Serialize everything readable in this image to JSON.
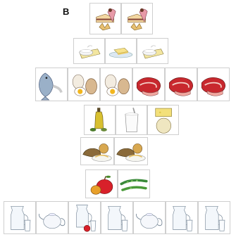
{
  "figure": {
    "label": "B"
  },
  "tiers": [
    {
      "name": "sweets",
      "items": [
        "cake-and-ice-cream",
        "cake-and-ice-cream"
      ]
    },
    {
      "name": "dairy",
      "items": [
        "yogurt-and-cheese",
        "butter",
        "yogurt-and-cheese"
      ]
    },
    {
      "name": "protein",
      "items": [
        "fish",
        "eggs",
        "eggs",
        "meat",
        "meat",
        "meat"
      ]
    },
    {
      "name": "fats-and-dairy",
      "items": [
        "olive-oil",
        "milk-glass",
        "cheese"
      ]
    },
    {
      "name": "grains",
      "items": [
        "bread-potatoes-pasta",
        "bread-potatoes-pasta"
      ]
    },
    {
      "name": "fruit-and-vegetables",
      "items": [
        "apple",
        "green-beans"
      ]
    },
    {
      "name": "fluids",
      "items": [
        "water-jug",
        "teapot",
        "water-jug-with-apple",
        "water-jug",
        "teapot",
        "water-jug",
        "water-jug"
      ]
    }
  ]
}
